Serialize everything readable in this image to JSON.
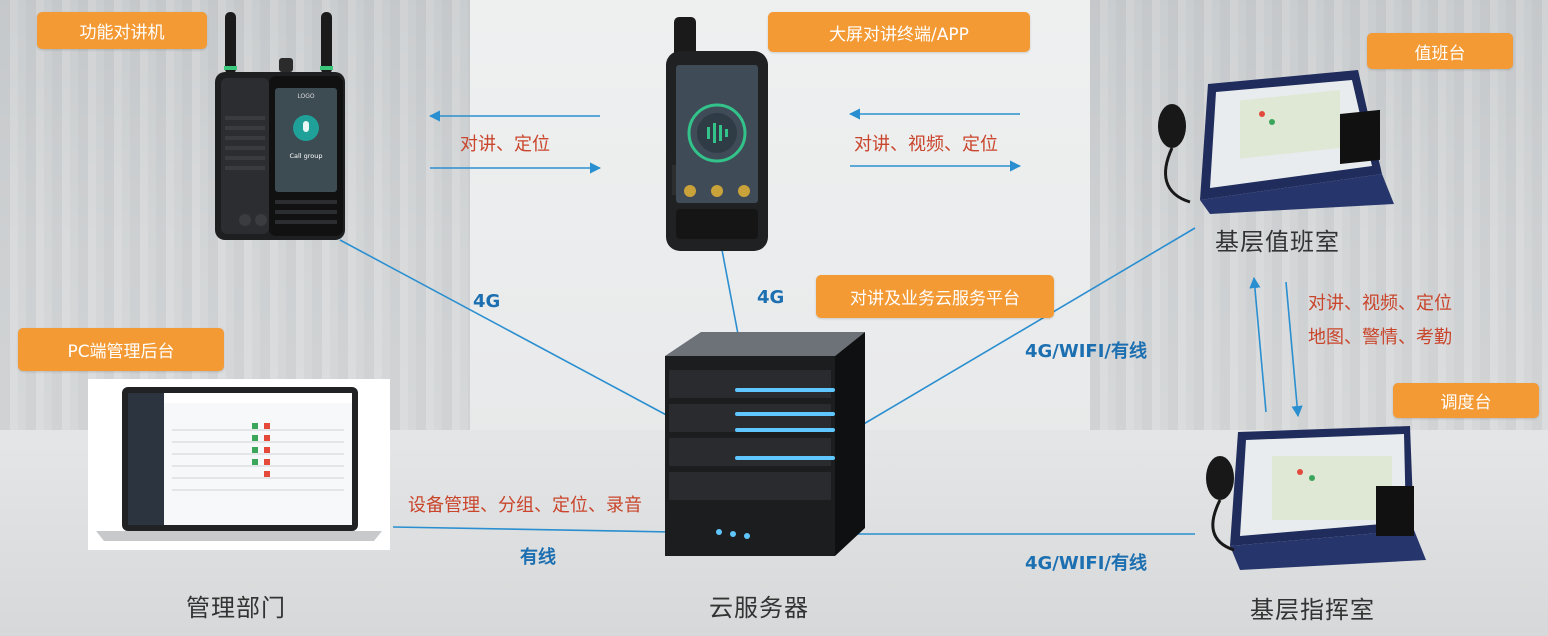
{
  "tags": {
    "walkie": "功能对讲机",
    "big_screen": "大屏对讲终端/APP",
    "duty_desk": "值班台",
    "cloud_platform": "对讲及业务云服务平台",
    "pc_admin": "PC端管理后台",
    "dispatch_desk": "调度台"
  },
  "links": {
    "walkie_link": "对讲、定位",
    "terminal_link": "对讲、视频、定位",
    "walkie_net": "4G",
    "terminal_net": "4G",
    "duty_net": "4G/WIFI/有线",
    "pc_functions": "设备管理、分组、定位、录音",
    "pc_net": "有线",
    "command_net": "4G/WIFI/有线",
    "room_link_1": "对讲、视频、定位",
    "room_link_2": "地图、警情、考勤"
  },
  "captions": {
    "management": "管理部门",
    "cloud_server": "云服务器",
    "duty_room": "基层值班室",
    "command_room": "基层指挥室"
  },
  "device_text": {
    "walkie_logo": "LOGO",
    "walkie_call": "Call group"
  },
  "colors": {
    "tag": "#f39a34",
    "line": "#2a8fd0",
    "red_text": "#c9452b",
    "blue_text": "#1c6fb0"
  }
}
